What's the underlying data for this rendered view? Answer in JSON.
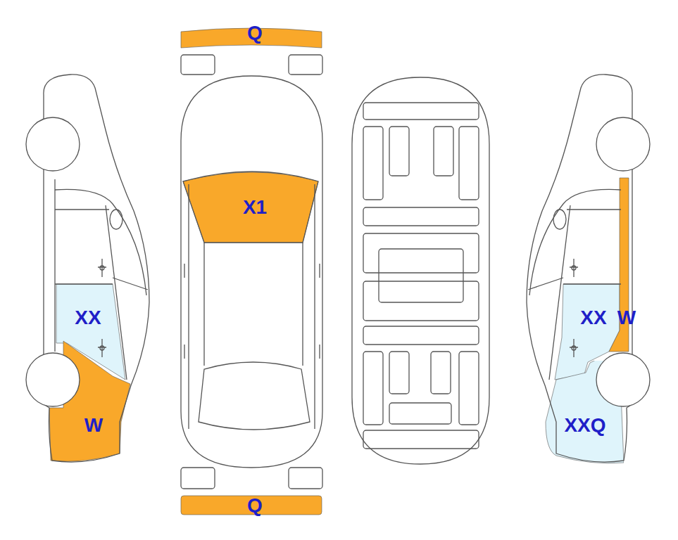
{
  "diagram": {
    "nodes": [
      {
        "text": [
          "Q"
        ]
      },
      {
        "text": [
          "X1"
        ]
      },
      {
        "text": [
          "XX"
        ]
      },
      {
        "text": [
          "XX"
        ]
      },
      {
        "text": [
          "W"
        ]
      },
      {
        "text": [
          "W"
        ]
      },
      {
        "text": [
          "XXQ"
        ]
      },
      {
        "text": [
          "Q"
        ]
      }
    ]
  }
}
